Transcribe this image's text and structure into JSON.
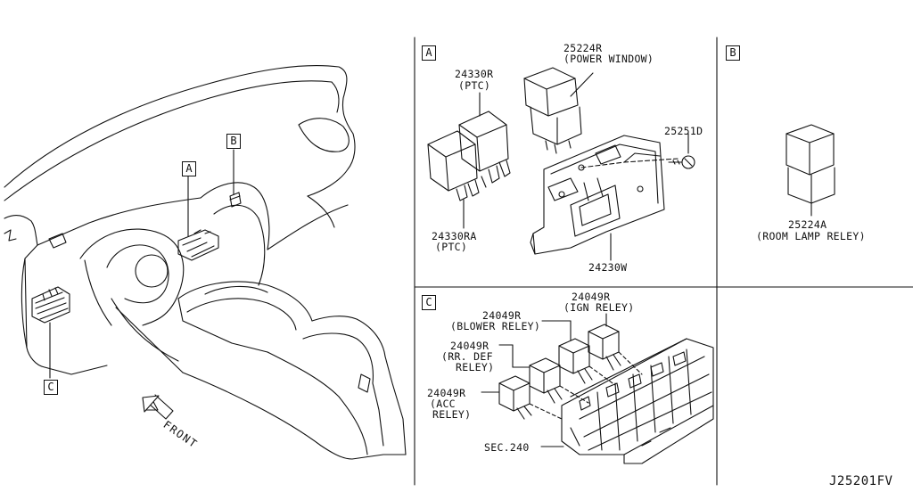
{
  "overview": {
    "callout_a": "A",
    "callout_b": "B",
    "callout_c": "C",
    "front_label": "FRONT"
  },
  "panel_a": {
    "tag": "A",
    "parts": [
      {
        "number": "25224R",
        "desc": "(POWER WINDOW)"
      },
      {
        "number": "24330R",
        "desc": "(PTC)"
      },
      {
        "number": "25251D",
        "desc": ""
      },
      {
        "number": "24330RA",
        "desc": "(PTC)"
      },
      {
        "number": "24230W",
        "desc": ""
      }
    ]
  },
  "panel_b": {
    "tag": "B",
    "parts": [
      {
        "number": "25224A",
        "desc": "(ROOM LAMP RELEY)"
      }
    ]
  },
  "panel_c": {
    "tag": "C",
    "parts": [
      {
        "number": "24049R",
        "desc": "(IGN RELEY)"
      },
      {
        "number": "24049R",
        "desc": "(BLOWER RELEY)"
      },
      {
        "number": "24049R",
        "desc_line1": "(RR. DEF",
        "desc_line2": "RELEY)"
      },
      {
        "number": "24049R",
        "desc_line1": "(ACC",
        "desc_line2": "RELEY)"
      },
      {
        "number": "SEC.240",
        "desc": ""
      }
    ]
  },
  "diagram_code": "J25201FV"
}
